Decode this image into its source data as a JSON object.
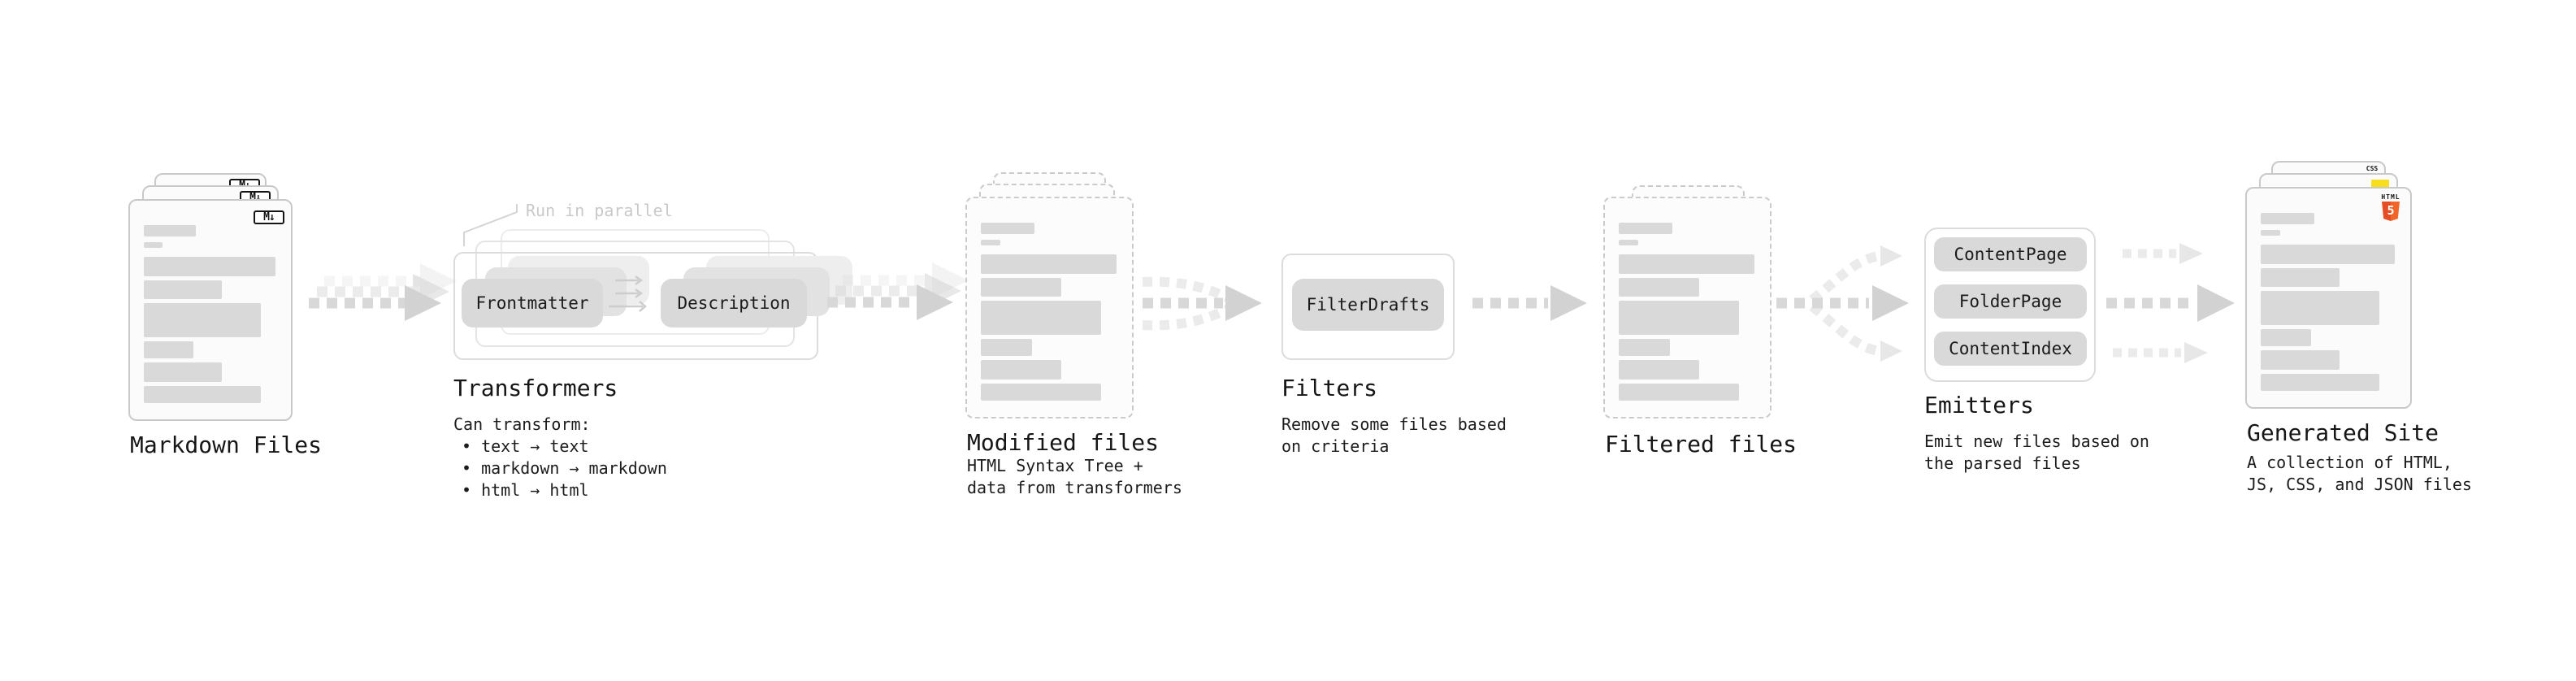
{
  "flow_order": [
    "Markdown Files",
    "Transformers",
    "Modified files",
    "Filters",
    "Filtered files",
    "Emitters",
    "Generated Site"
  ],
  "colors": {
    "background": "#ffffff",
    "node_gray": "#d9d9d9",
    "arrow_gray": "#d8d8d8",
    "muted_note_gray": "#c9c9c9",
    "text_dark": "#161616",
    "html5_orange": "#e44d26",
    "js_yellow": "#f7df1e",
    "css_blue": "#2965f1"
  },
  "doc_bars": [
    {
      "w": 39,
      "h": 14,
      "mt": 2
    },
    {
      "w": 14,
      "h": 7,
      "mt": 7
    },
    {
      "w": 98,
      "h": 24,
      "mt": 11
    },
    {
      "w": 58,
      "h": 23,
      "mt": 5
    },
    {
      "w": 87,
      "h": 42,
      "mt": 5
    },
    {
      "w": 37,
      "h": 21,
      "mt": 5
    },
    {
      "w": 58,
      "h": 24,
      "mt": 5
    },
    {
      "w": 87,
      "h": 21,
      "mt": 5
    }
  ],
  "stages": {
    "markdown": {
      "label": "Markdown Files",
      "badge": "M↓"
    },
    "transformers": {
      "label": "Transformers",
      "note": "Run in parallel",
      "left_button": "Frontmatter",
      "right_button": "Description",
      "caption_title": "Can transform:",
      "bullets": [
        "• text → text",
        "• markdown → markdown",
        "• html → html"
      ]
    },
    "modified": {
      "label": "Modified files",
      "caption_line1": "HTML Syntax Tree +",
      "caption_line2": "data from transformers"
    },
    "filters": {
      "label": "Filters",
      "button": "FilterDrafts",
      "caption_line1": "Remove some files based",
      "caption_line2": "on criteria"
    },
    "filtered": {
      "label": "Filtered files"
    },
    "emitters": {
      "label": "Emitters",
      "buttons": [
        "ContentPage",
        "FolderPage",
        "ContentIndex"
      ],
      "caption_line1": "Emit new files based on",
      "caption_line2": "the parsed files"
    },
    "generated": {
      "label": "Generated Site",
      "badge_html_word": "HTML",
      "badge_html_number": "5",
      "badge_css": "CSS",
      "caption_line1": "A collection of HTML,",
      "caption_line2": "JS, CSS, and JSON files"
    }
  }
}
